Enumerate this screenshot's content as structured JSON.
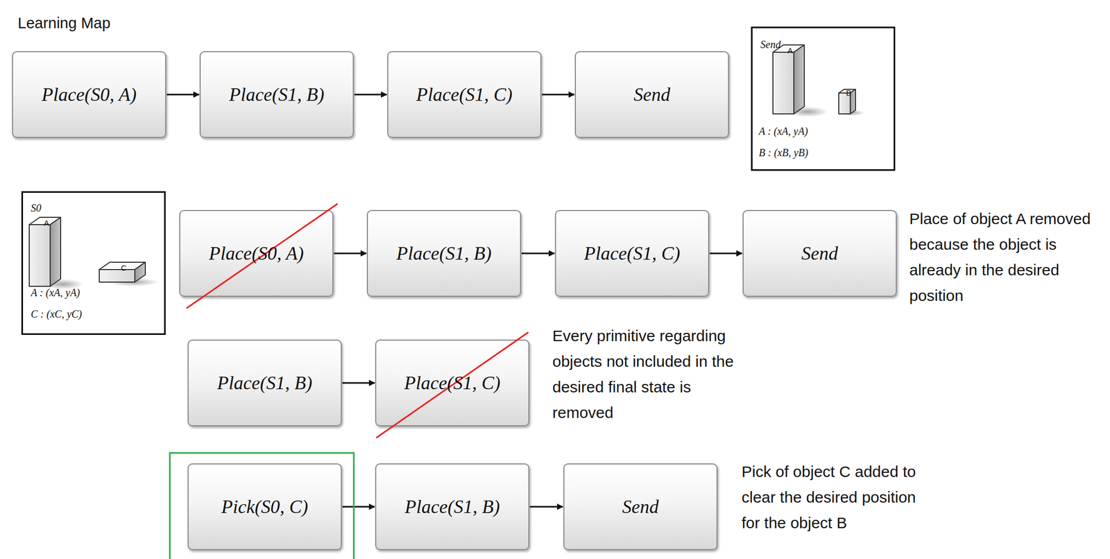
{
  "diagram": {
    "nodes": [
      {
        "text": [
          "Place(S0, A)"
        ]
      },
      {
        "text": [
          "Place(S1, B)"
        ]
      },
      {
        "text": [
          "Place(S1, C)"
        ]
      },
      {
        "text": [
          "Send"
        ]
      },
      {
        "text": [
          "Send",
          "A",
          "B",
          "A : (xA, yA)",
          "B : (xB, yB)"
        ]
      },
      {
        "text": [
          "S0",
          "A",
          "C",
          "A : (xA, yA)",
          "C : (xC, yC)"
        ]
      },
      {
        "text": [
          "Place(S0, A)"
        ]
      },
      {
        "text": [
          "Place(S1, B)"
        ]
      },
      {
        "text": [
          "Place(S1, C)"
        ]
      },
      {
        "text": [
          "Send"
        ]
      },
      {
        "text": [
          "Place(S1, B)"
        ]
      },
      {
        "text": [
          "Place(S1, C)"
        ]
      },
      {
        "text": [
          "Pick(S0, C)"
        ]
      },
      {
        "text": [
          "Place(S1, B)"
        ]
      },
      {
        "text": [
          "Send"
        ]
      }
    ],
    "edges": [
      {
        "from": 0,
        "to": 1,
        "arrow": "to"
      },
      {
        "from": 1,
        "to": 2,
        "arrow": "to"
      },
      {
        "from": 2,
        "to": 3,
        "arrow": "to"
      },
      {
        "from": 6,
        "to": 7,
        "arrow": "to"
      },
      {
        "from": 7,
        "to": 8,
        "arrow": "to"
      },
      {
        "from": 8,
        "to": 9,
        "arrow": "to"
      },
      {
        "from": 10,
        "to": 11,
        "arrow": "to"
      },
      {
        "from": 12,
        "to": 13,
        "arrow": "to"
      },
      {
        "from": 13,
        "to": 14,
        "arrow": "to"
      }
    ],
    "labels": [
      "Learning Map",
      "Place of object A removed because the object is already in the desired position",
      "Every primitive regarding objects not included in the desired final state is removed",
      "Pick of object C added to clear the desired position for the object B"
    ]
  }
}
